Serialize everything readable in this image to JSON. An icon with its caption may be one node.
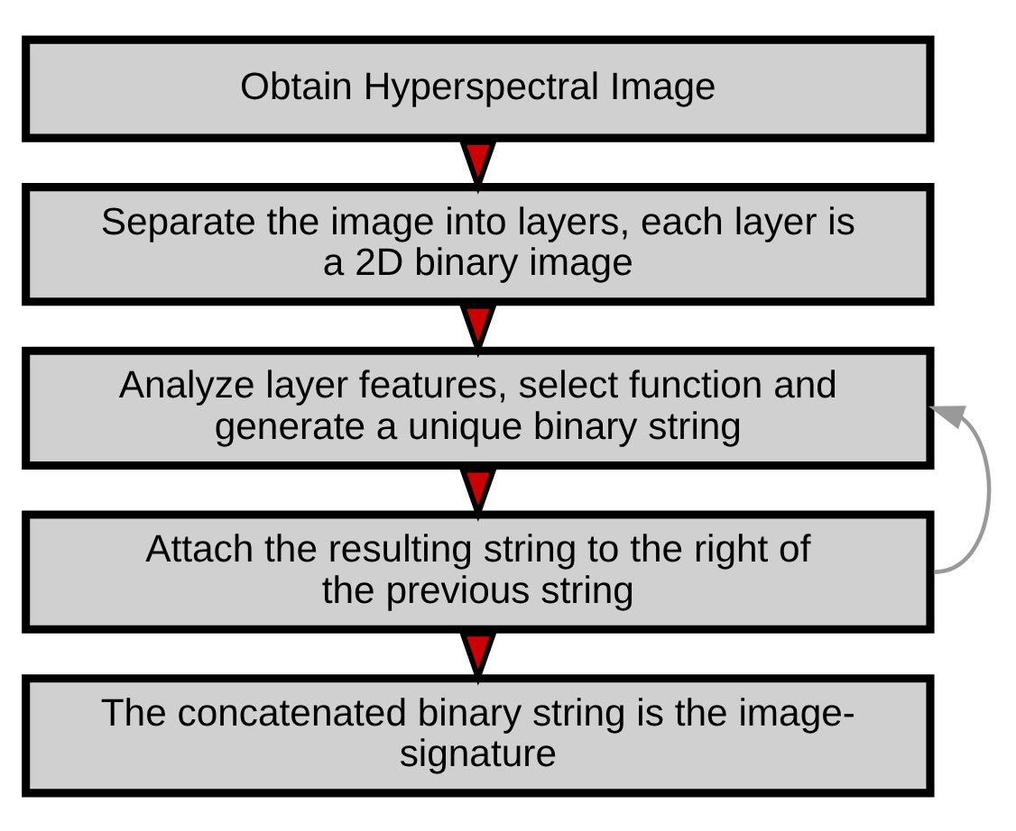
{
  "diagram": {
    "nodes": [
      {
        "text": [
          "Obtain Hyperspectral Image"
        ]
      },
      {
        "text": [
          "Separate the image into layers, each layer is a 2D binary image"
        ]
      },
      {
        "text": [
          "Analyze layer features, select function and generate a unique binary string"
        ]
      },
      {
        "text": [
          "Attach the resulting string to the right of the previous string"
        ]
      },
      {
        "text": [
          "The concatenated binary string is the image-signature"
        ]
      }
    ],
    "edges": [
      {
        "from": 0,
        "to": 1,
        "arrow": "to"
      },
      {
        "from": 1,
        "to": 2,
        "arrow": "to"
      },
      {
        "from": 2,
        "to": 3,
        "arrow": "to"
      },
      {
        "from": 3,
        "to": 4,
        "arrow": "to"
      },
      {
        "from": 3,
        "to": 2,
        "arrow": "to",
        "color": "#999999"
      }
    ]
  }
}
